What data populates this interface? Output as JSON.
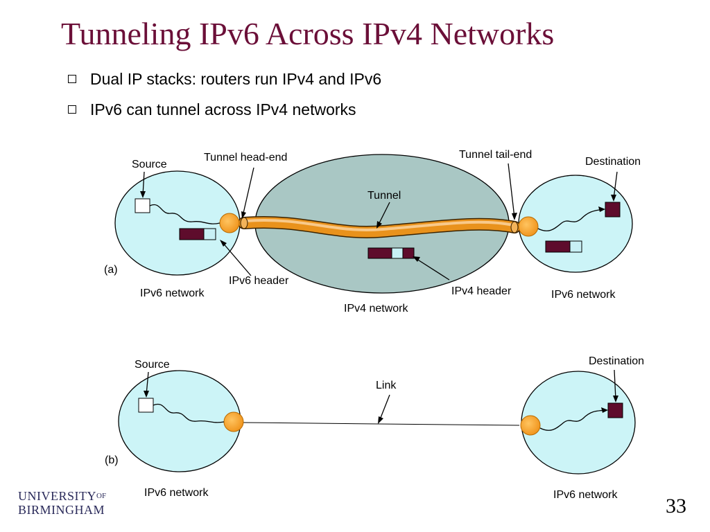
{
  "slide": {
    "title": "Tunneling IPv6 Across IPv4 Networks",
    "bullets": [
      "Dual IP stacks:  routers run IPv4 and IPv6",
      "IPv6 can tunnel across IPv4 networks"
    ],
    "page_number": "33"
  },
  "logo": {
    "line1": "UNIVERSITY",
    "of": "OF",
    "line2": "BIRMINGHAM"
  },
  "diagram_a": {
    "panel_label": "(a)",
    "source": "Source",
    "destination": "Destination",
    "tunnel_head_end": "Tunnel head-end",
    "tunnel_tail_end": "Tunnel tail-end",
    "tunnel": "Tunnel",
    "ipv6_header": "IPv6 header",
    "ipv4_header": "IPv4 header",
    "left_network": "IPv6 network",
    "middle_network": "IPv4 network",
    "right_network": "IPv6 network"
  },
  "diagram_b": {
    "panel_label": "(b)",
    "source": "Source",
    "destination": "Destination",
    "link": "Link",
    "left_network": "IPv6 network",
    "right_network": "IPv6 network"
  },
  "colors": {
    "title": "#6b0f38",
    "ipv6_network": "#ccf4f7",
    "ipv4_network": "#a9c7c4",
    "router": "#f5a230",
    "tunnel": "#e9921c",
    "packet_dark": "#5e0c2c",
    "packet_light": "#c8f0f5"
  }
}
